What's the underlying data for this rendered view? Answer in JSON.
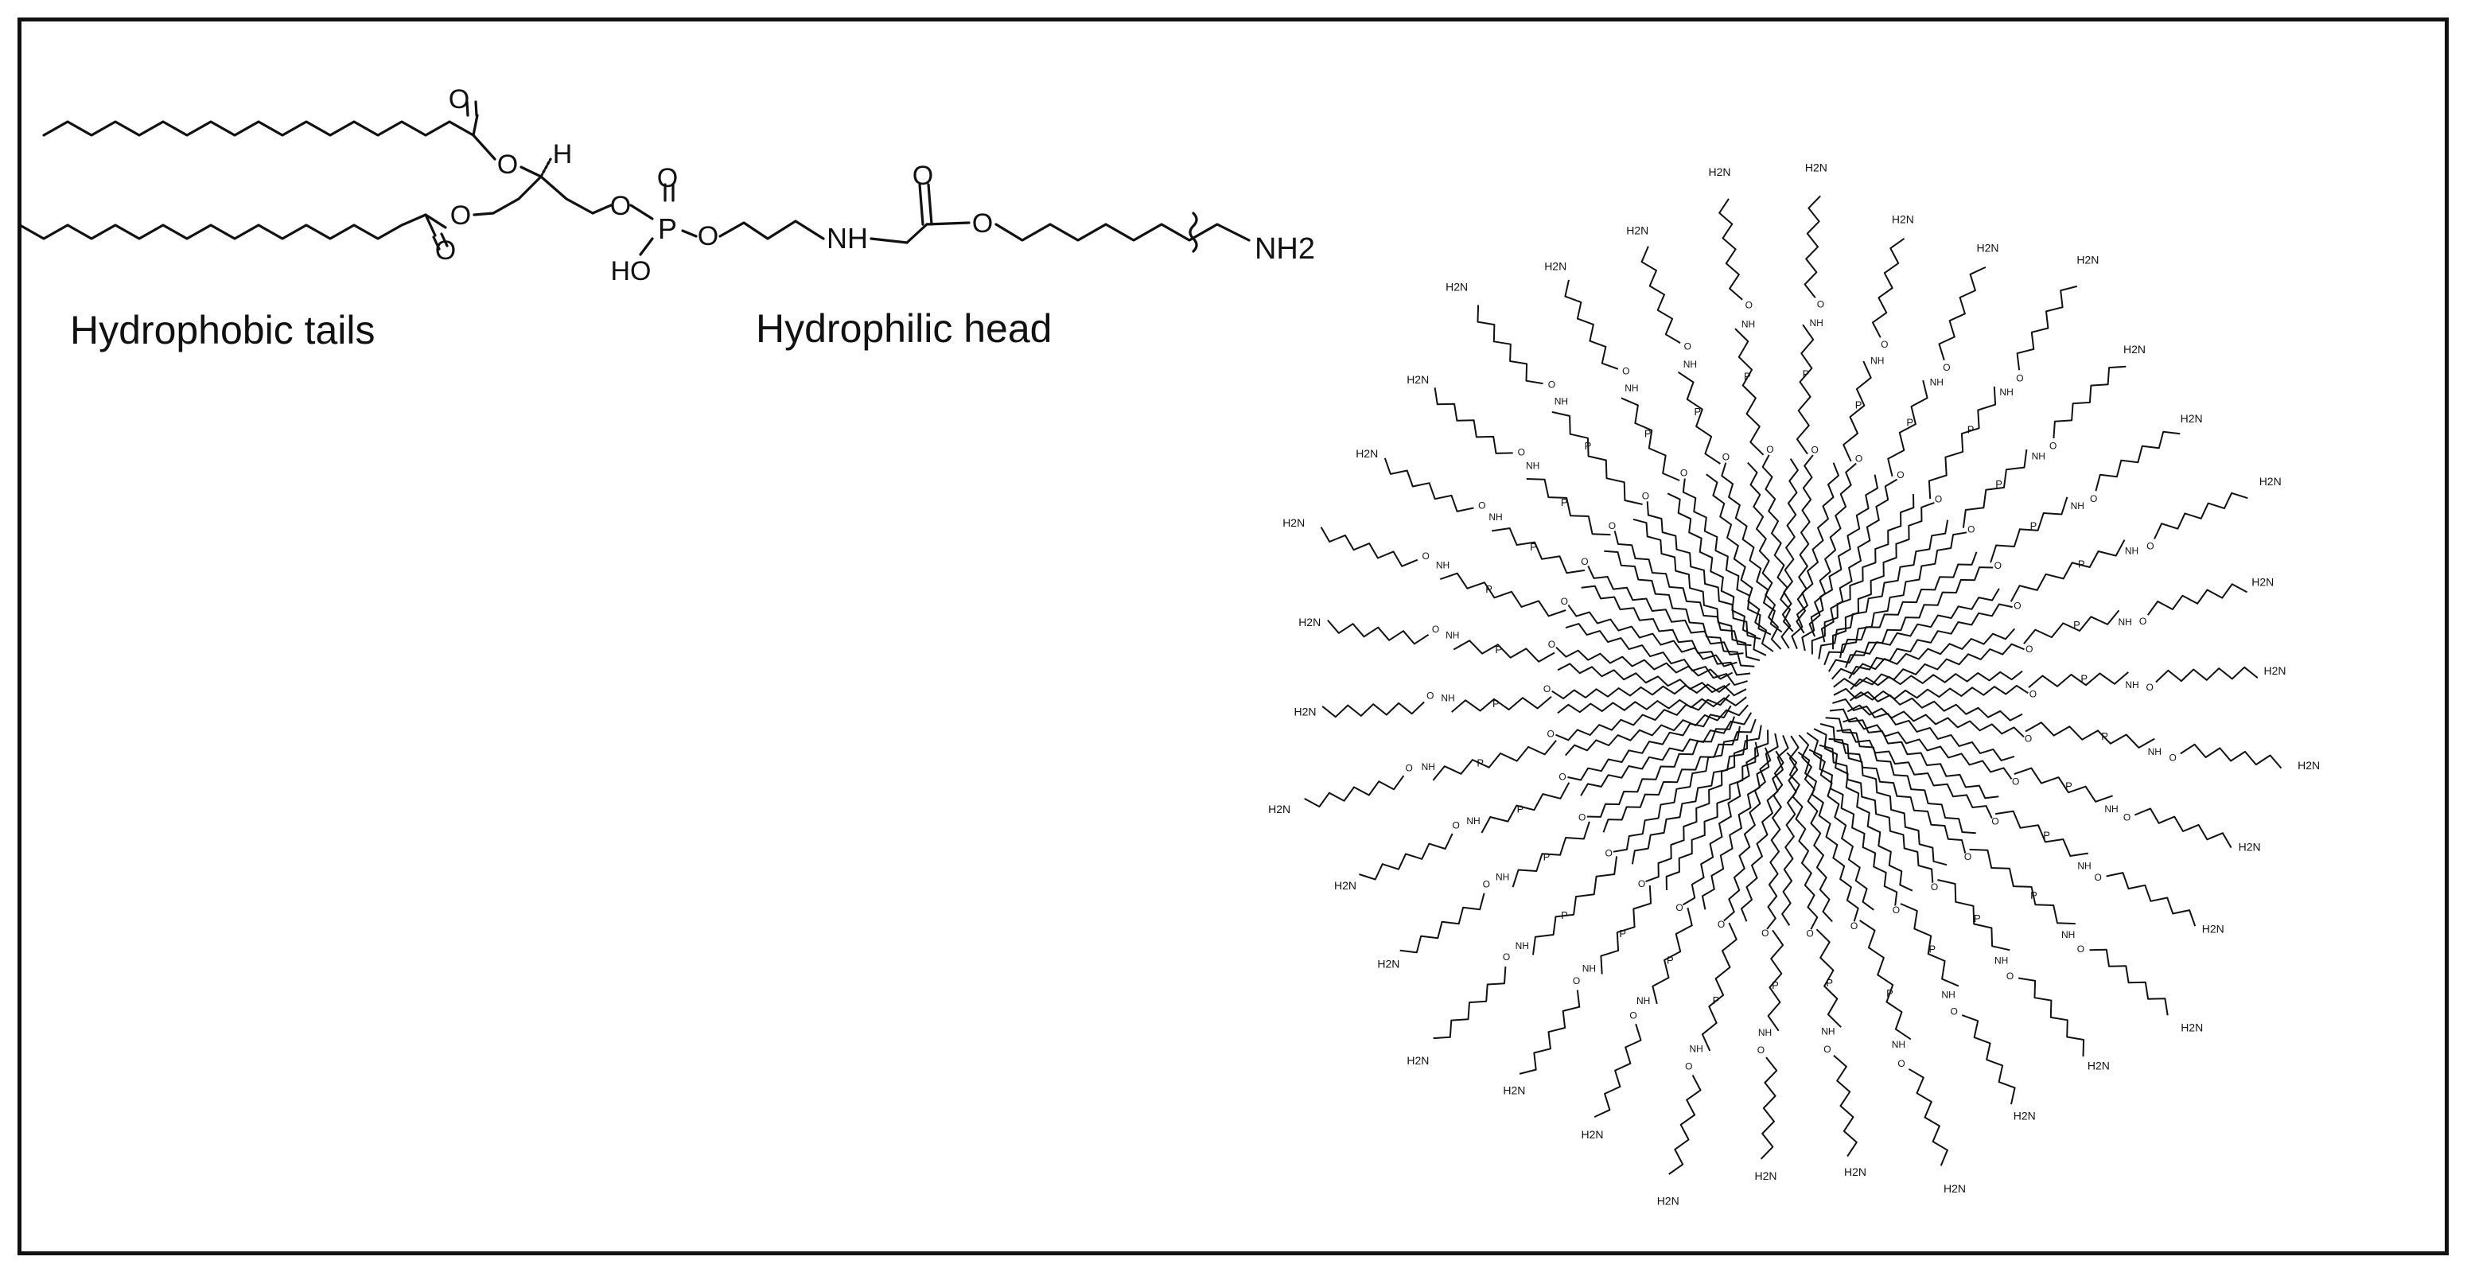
{
  "labels": {
    "tails": "Hydrophobic tails",
    "head": "Hydrophilic head"
  },
  "atoms": {
    "oxygen": "O",
    "hydrogen": "H",
    "phosphorus": "P",
    "hydroxyl": "HO",
    "amine": "NH",
    "amine_terminal": "NH2",
    "micelle_amine": "H2N"
  },
  "micelle": {
    "chain_count": 34
  },
  "colors": {
    "stroke": "#111111",
    "background": "#ffffff"
  }
}
